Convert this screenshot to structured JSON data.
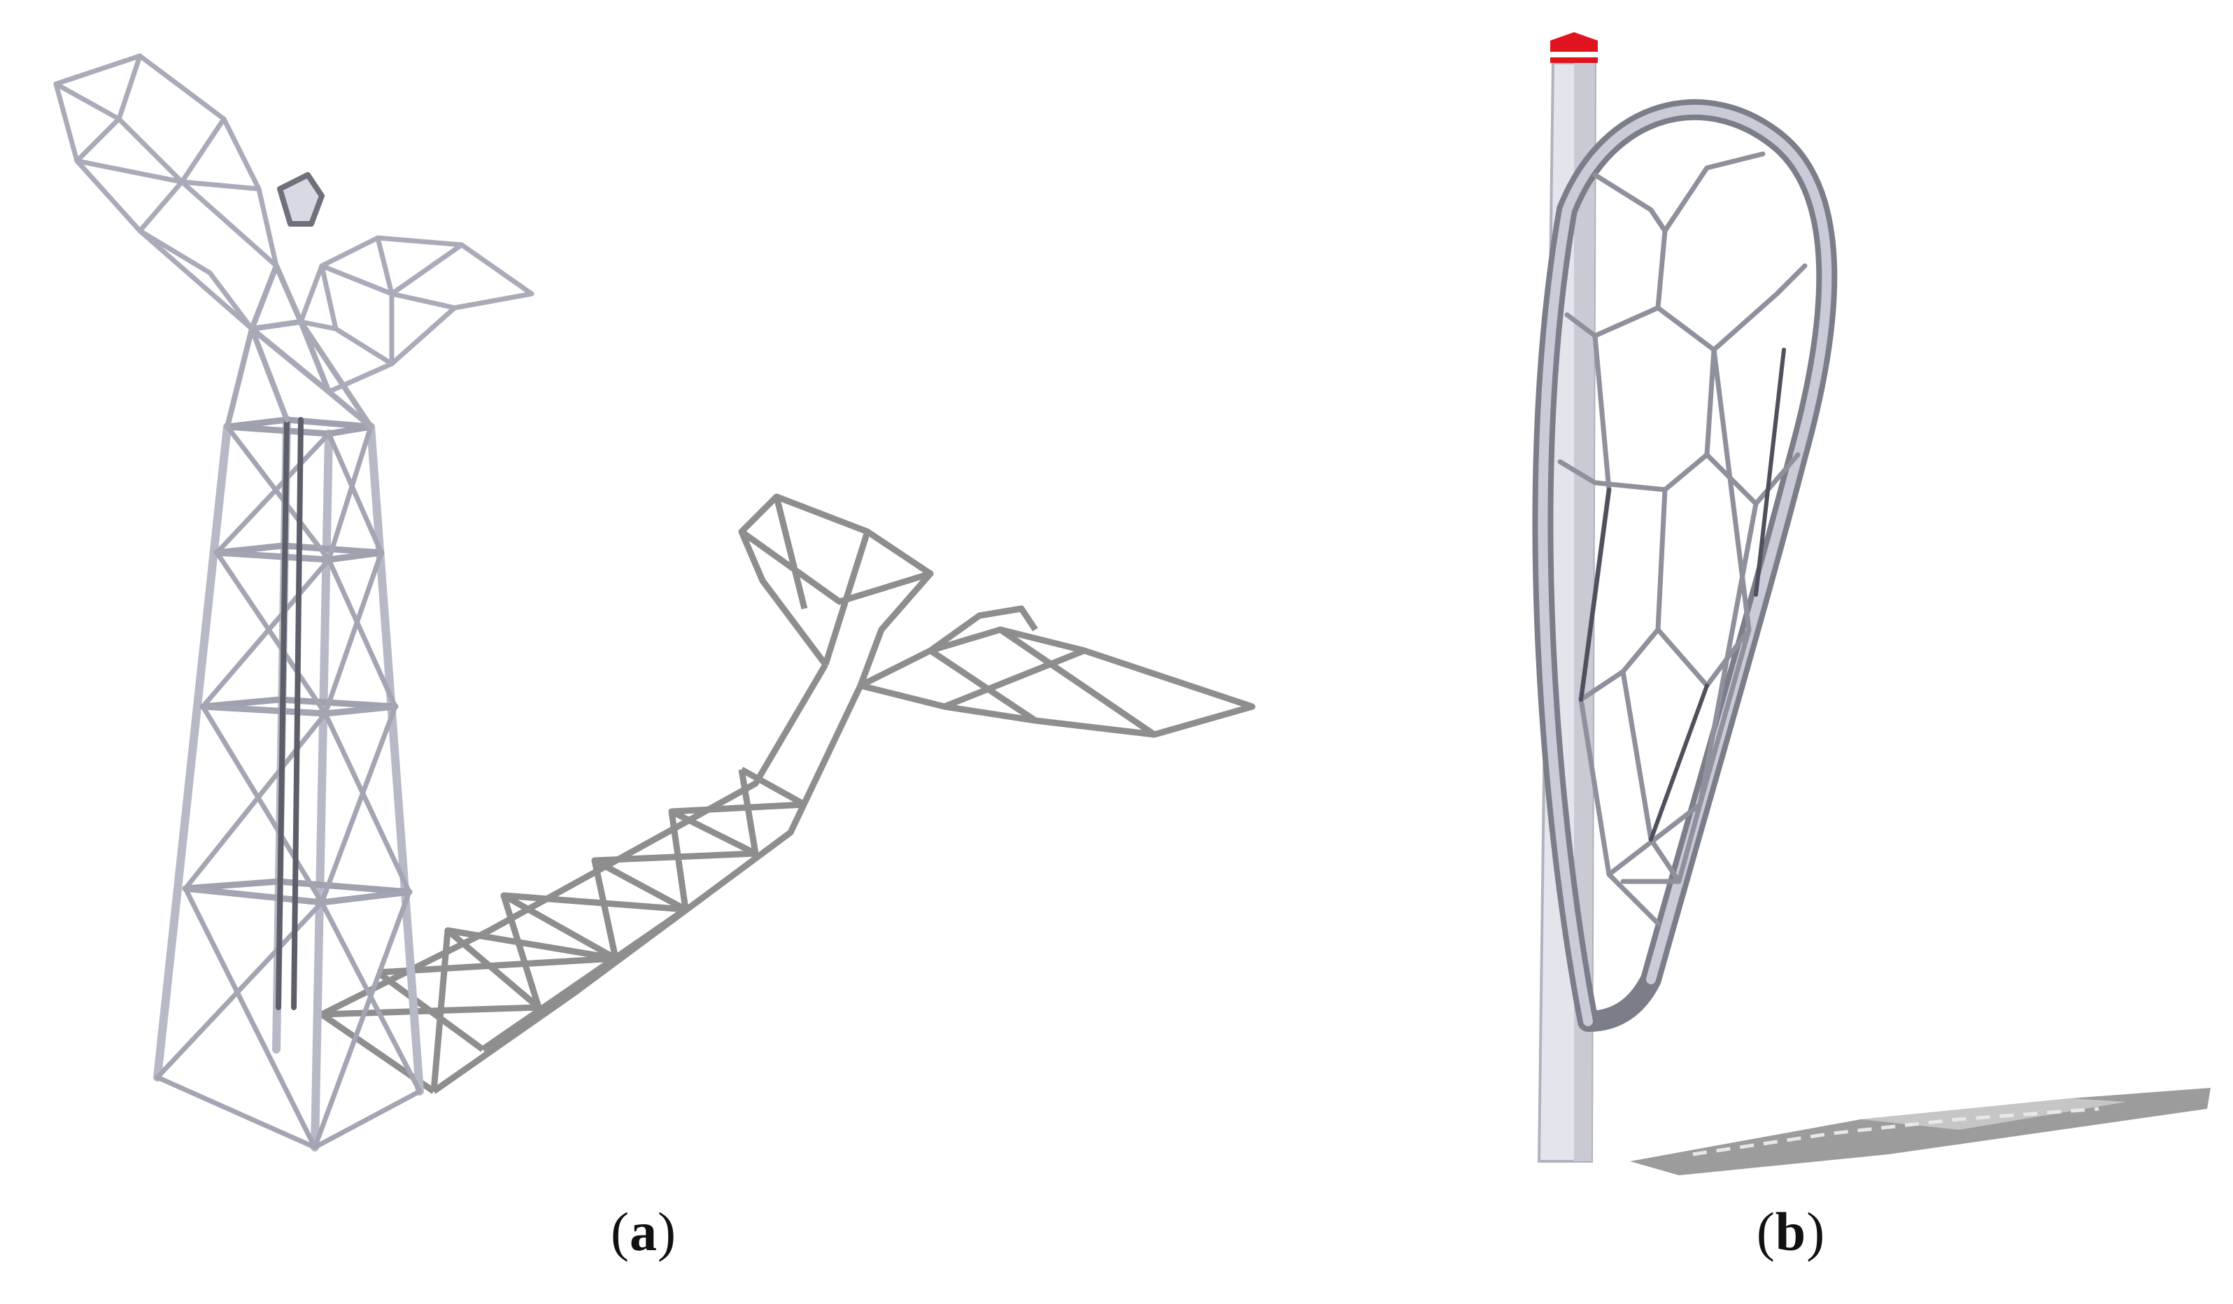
{
  "figure": {
    "panels": [
      {
        "id": "a",
        "caption_open": "(",
        "caption_letter": "a",
        "caption_close": ")"
      },
      {
        "id": "b",
        "caption_open": "(",
        "caption_letter": "b",
        "caption_close": ")"
      }
    ]
  },
  "colors": {
    "background": "#ffffff",
    "frame_stroke": "#a9abb8",
    "frame_dark": "#6e707c",
    "shadow": "#8a8a8a",
    "shadow_light": "#b9b9b9",
    "tower_light": "#e6e7ee",
    "tower_dark": "#9a9ca6",
    "beacon_red": "#e0141e"
  },
  "icons": {
    "panel_a": "whale-tail-lattice-tower",
    "panel_b": "teardrop-sail-lattice-tower"
  }
}
